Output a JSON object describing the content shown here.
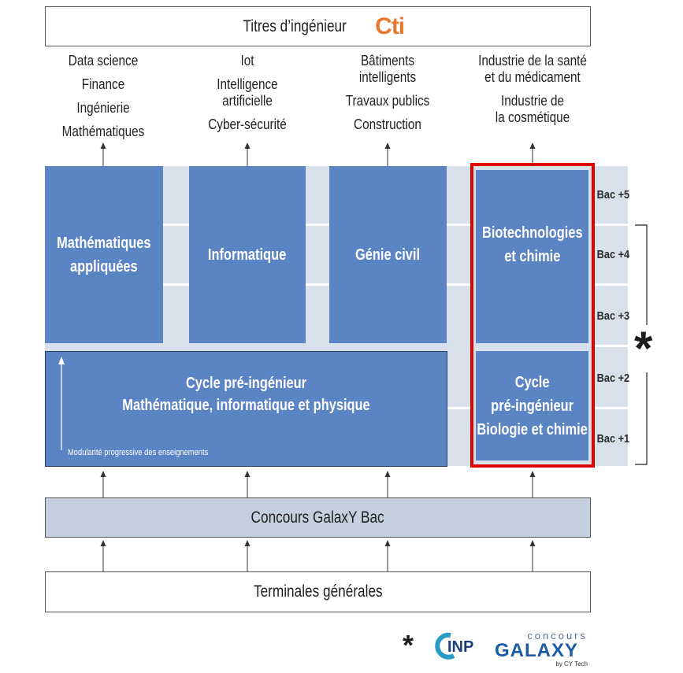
{
  "header": {
    "title": "Titres d’ingénieur",
    "logo_text": "Cti",
    "logo_color": "#e8782a"
  },
  "outcomes": [
    {
      "groups": [
        [
          "Data science"
        ],
        [
          "Finance"
        ],
        [
          "Ingénierie"
        ],
        [
          "Mathématiques"
        ]
      ]
    },
    {
      "groups": [
        [
          "Iot"
        ],
        [
          "Intelligence",
          "artificielle"
        ],
        [
          "Cyber-sécurité"
        ]
      ]
    },
    {
      "groups": [
        [
          "Bâtiments",
          "intelligents"
        ],
        [
          "Travaux publics"
        ],
        [
          "Construction"
        ]
      ]
    },
    {
      "groups": [
        [
          "Industrie de la santé",
          "et du médicament"
        ],
        [
          "Industrie de",
          "la cosmétique"
        ]
      ]
    }
  ],
  "specialties": [
    {
      "lines": [
        "Mathématiques",
        "appliquées"
      ]
    },
    {
      "lines": [
        "Informatique"
      ]
    },
    {
      "lines": [
        "Génie civil"
      ]
    },
    {
      "lines": [
        "Biotechnologies",
        "et chimie"
      ]
    }
  ],
  "cycle_main": {
    "line1": "Cycle pré-ingénieur",
    "line2": "Mathématique, informatique et physique",
    "note": "Modularité progressive des enseignements"
  },
  "cycle_bio": {
    "lines": [
      "Cycle",
      "pré-ingénieur",
      "Biologie et chimie"
    ]
  },
  "levels": [
    "Bac +5",
    "Bac +4",
    "Bac +3",
    "Bac +2",
    "Bac +1"
  ],
  "side_marker": "*",
  "concours": "Concours GalaxY Bac",
  "terminales": "Terminales générales",
  "footer": {
    "asterisk": "*",
    "inp_logo": "INP",
    "galaxy_top": "concours",
    "galaxy_main": "GALAXY",
    "galaxy_sub": "by CY Tech"
  },
  "colors": {
    "tile": "#5b84c4",
    "band": "#d8e0ec",
    "highlight": "#e00000",
    "bar": "#c4cfe0"
  }
}
